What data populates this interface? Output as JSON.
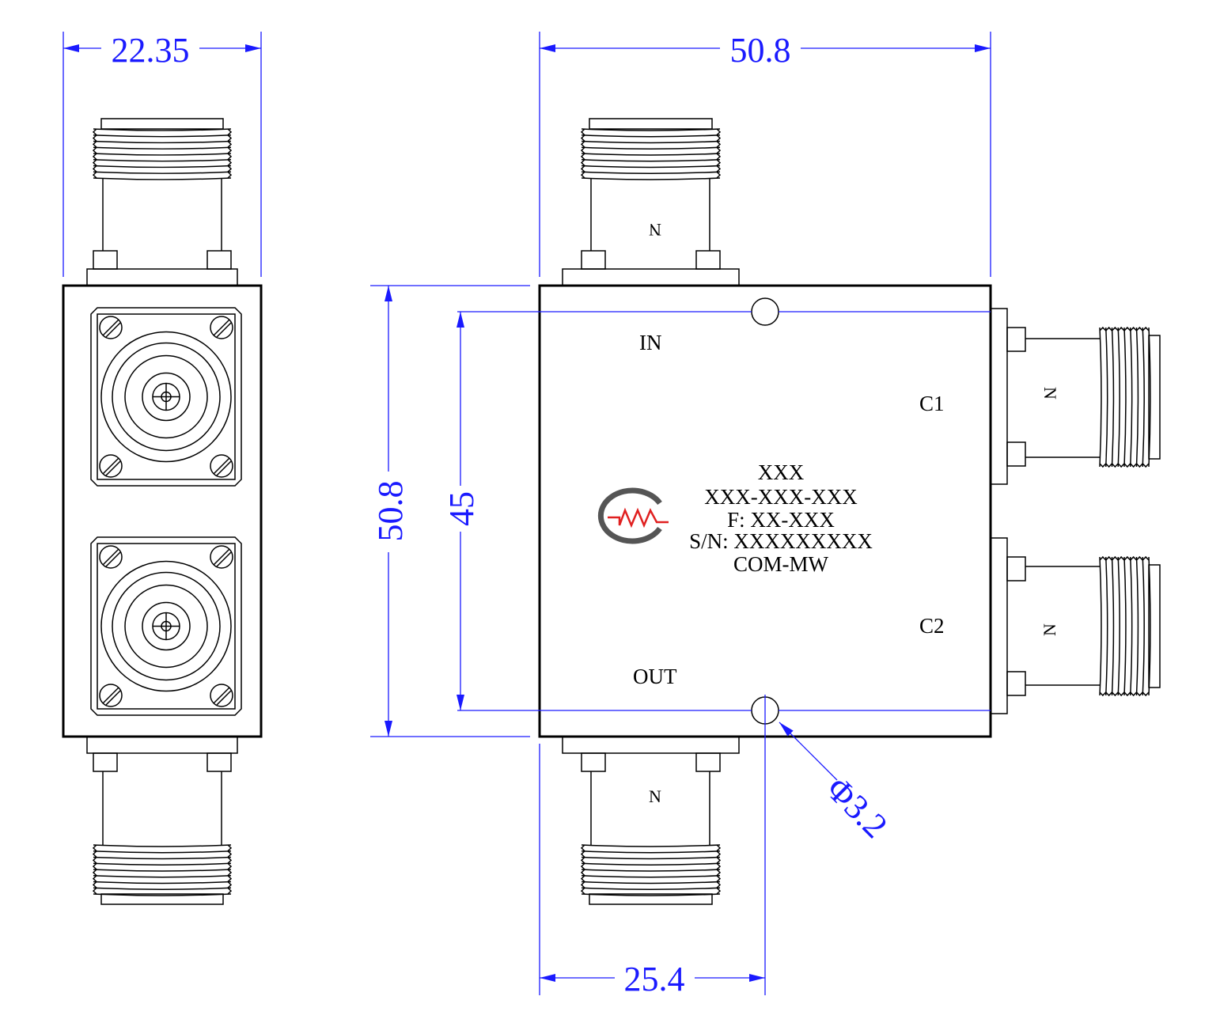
{
  "dimensions": {
    "side_width": "22.35",
    "front_width": "50.8",
    "front_height": "50.8",
    "hole_spacing": "45",
    "hole_offset": "25.4",
    "hole_diameter": "Φ3.2"
  },
  "ports": {
    "in": "IN",
    "out": "OUT",
    "c1": "C1",
    "c2": "C2"
  },
  "connector_type": "N",
  "nameplate": {
    "line1": "XXX",
    "line2": "XXX-XXX-XXX",
    "line3": "F: XX-XXX",
    "line4": "S/N: XXXXXXXXX",
    "line5": "COM-MW"
  },
  "logo": {
    "icon": "cmw-logo-icon",
    "colors": {
      "ring": "#555555",
      "wave": "#e02020"
    }
  },
  "colors": {
    "dimension": "#1a1aff",
    "outline": "#000000"
  }
}
